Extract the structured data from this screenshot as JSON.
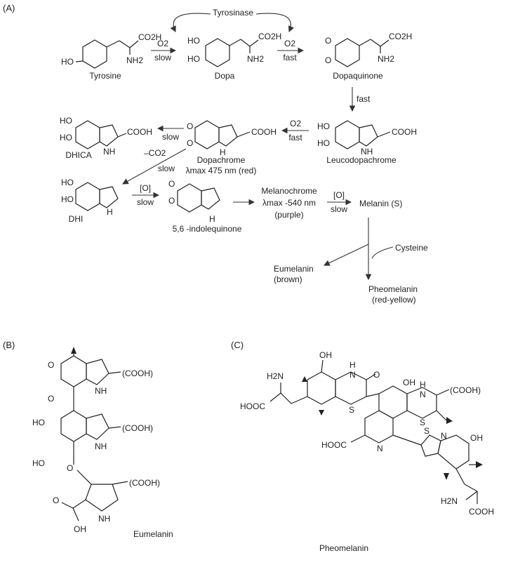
{
  "panels": {
    "a": "(A)",
    "b": "(B)",
    "c": "(C)"
  },
  "compounds": {
    "tyrosine": "Tyrosine",
    "dopa": "Dopa",
    "dopaquinone": "Dopaquinone",
    "leucodopachrome": "Leucodopachrome",
    "dopachrome": "Dopachrome",
    "dopachrome_lambda": "λmax 475 nm (red)",
    "dhica": "DHICA",
    "dhi": "DHI",
    "indolequinone": "5,6 -indolequinone",
    "melanochrome": "Melanochrome",
    "melanochrome_lambda": "λmax -540 nm",
    "melanochrome_color": "(purple)",
    "melanin_s": "Melanin (S)",
    "eumelanin": "Eumelanin",
    "eumelanin_color": "(brown)",
    "pheomelanin": "Pheomelanin",
    "pheomelanin_color": "(red-yellow)",
    "cysteine": "Cysteine"
  },
  "conditions": {
    "tyrosinase": "Tyrosinase",
    "o2": "O2",
    "slow": "slow",
    "fast": "fast",
    "oxid": "[O]",
    "minus_co2": "–CO2"
  },
  "atoms": {
    "co2h": "CO2H",
    "nh2": "NH2",
    "ho": "HO",
    "oh": "OH",
    "o": "O",
    "nh": "NH",
    "n": "N",
    "h": "H",
    "s": "S",
    "cooh": "COOH",
    "cooh_paren": "(COOH)",
    "hooc": "HOOC",
    "h2n": "H2N"
  },
  "structure_names": {
    "eumelanin": "Eumelanin",
    "pheomelanin": "Pheomelanin"
  }
}
